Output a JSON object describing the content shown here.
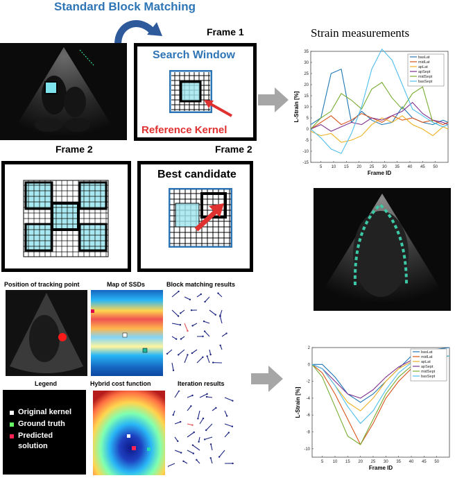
{
  "header": {
    "title": "Standard Block Matching"
  },
  "frames": {
    "frame1": "Frame 1",
    "frame2_left": "Frame 2",
    "frame2_right": "Frame 2"
  },
  "labels": {
    "search_window": "Search Window",
    "reference_kernel": "Reference Kernel",
    "best_candidate": "Best candidate"
  },
  "lower_panels": {
    "position": "Position of tracking point",
    "ssd_map": "Map of SSDs",
    "bm_results": "Block matching results",
    "legend_title": "Legend",
    "hybrid": "Hybrid cost function",
    "iteration": "Iteration results"
  },
  "legend_items": [
    {
      "label": "Original kernel",
      "color": "#ffffff"
    },
    {
      "label": "Ground truth",
      "color": "#66ff66"
    },
    {
      "label": "Predicted",
      "color": "#ff2255"
    },
    {
      "label": "solution",
      "color": ""
    }
  ],
  "strain_title": "Strain measurements",
  "chart_data": [
    {
      "type": "line",
      "xlabel": "Frame ID",
      "ylabel": "L-Strain [%]",
      "xlim": [
        1,
        55
      ],
      "ylim": [
        -15,
        35
      ],
      "xticks": [
        5,
        10,
        15,
        20,
        25,
        30,
        35,
        40,
        45,
        50
      ],
      "yticks": [
        -15,
        -10,
        -5,
        0,
        5,
        10,
        15,
        20,
        25,
        30,
        35
      ],
      "legend_position": "top-right",
      "x": [
        1,
        5,
        9,
        13,
        17,
        21,
        25,
        29,
        33,
        37,
        41,
        45,
        49,
        53,
        55
      ],
      "series": [
        {
          "name": "basLat",
          "color": "#1f77b4",
          "values": [
            2,
            5,
            25,
            27,
            3,
            8,
            4,
            2,
            3,
            10,
            5,
            3,
            2,
            4,
            3
          ]
        },
        {
          "name": "midLat",
          "color": "#d95319",
          "values": [
            0,
            3,
            6,
            2,
            4,
            7,
            5,
            3,
            6,
            4,
            5,
            3,
            4,
            2,
            3
          ]
        },
        {
          "name": "apLat",
          "color": "#edb120",
          "values": [
            -1,
            -3,
            -2,
            -6,
            -5,
            -3,
            2,
            5,
            3,
            6,
            2,
            0,
            -3,
            1,
            0
          ]
        },
        {
          "name": "apSept",
          "color": "#7e2f8e",
          "values": [
            0,
            2,
            -1,
            1,
            3,
            2,
            5,
            4,
            6,
            8,
            12,
            7,
            4,
            3,
            2
          ]
        },
        {
          "name": "midSept",
          "color": "#77ac30",
          "values": [
            0,
            5,
            8,
            16,
            13,
            9,
            18,
            21,
            14,
            9,
            16,
            19,
            3,
            1,
            2
          ]
        },
        {
          "name": "basSept",
          "color": "#4dbeee",
          "values": [
            0,
            -4,
            -9,
            -11,
            -2,
            10,
            27,
            36,
            31,
            20,
            9,
            6,
            3,
            1,
            2
          ]
        }
      ]
    },
    {
      "type": "line",
      "xlabel": "Frame ID",
      "ylabel": "L-Strain [%]",
      "xlim": [
        1,
        55
      ],
      "ylim": [
        -11,
        2
      ],
      "xticks": [
        5,
        10,
        15,
        20,
        25,
        30,
        35,
        40,
        45,
        50
      ],
      "yticks": [
        -10,
        -8,
        -6,
        -4,
        -2,
        0,
        2
      ],
      "legend_position": "top-right",
      "x": [
        1,
        5,
        10,
        15,
        20,
        25,
        30,
        35,
        40,
        45,
        50,
        55
      ],
      "series": [
        {
          "name": "basLat",
          "color": "#1f77b4",
          "values": [
            0,
            0,
            -1.5,
            -3.5,
            -4.5,
            -3.5,
            -2,
            -0.5,
            1,
            1.5,
            1.8,
            2
          ]
        },
        {
          "name": "midLat",
          "color": "#d95319",
          "values": [
            0,
            -1,
            -3.5,
            -6.5,
            -9.5,
            -7,
            -4,
            -2,
            -0.5,
            0.3,
            0.8,
            1
          ]
        },
        {
          "name": "apLat",
          "color": "#edb120",
          "values": [
            0,
            -0.5,
            -2.5,
            -4.5,
            -5.5,
            -4,
            -2,
            -0.5,
            0.3,
            0.8,
            1,
            1
          ]
        },
        {
          "name": "apSept",
          "color": "#7e2f8e",
          "values": [
            0,
            -0.5,
            -2,
            -3.5,
            -4,
            -3,
            -1.5,
            -0.3,
            0.5,
            0.8,
            1,
            1
          ]
        },
        {
          "name": "midSept",
          "color": "#77ac30",
          "values": [
            0,
            -1.5,
            -5,
            -8.5,
            -9.5,
            -6.5,
            -3.5,
            -1.5,
            -0.2,
            0.5,
            0.8,
            1
          ]
        },
        {
          "name": "basSept",
          "color": "#4dbeee",
          "values": [
            0,
            -0.5,
            -2.5,
            -5,
            -7,
            -5.5,
            -3,
            -1,
            0.2,
            0.8,
            1,
            1
          ]
        }
      ]
    }
  ]
}
